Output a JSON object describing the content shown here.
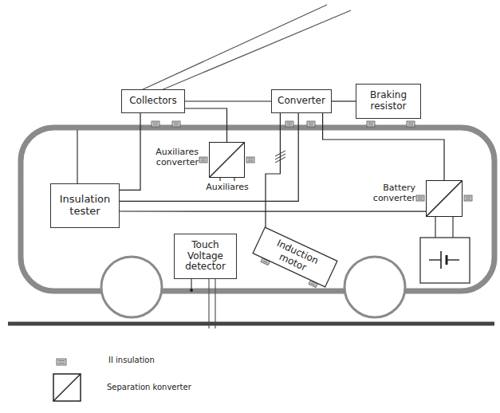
{
  "diagram": {
    "nodes": [
      {
        "text": [
          "Collectors"
        ]
      },
      {
        "text": [
          "Converter"
        ]
      },
      {
        "text": [
          "Braking resistor"
        ]
      },
      {
        "text": [
          "Auxiliares converter"
        ]
      },
      {
        "text": [
          "Insulation tester"
        ]
      },
      {
        "text": [
          "Battery converter"
        ]
      },
      {
        "text": [
          "Touch Voltage detector"
        ]
      },
      {
        "text": [
          "Induction motor"
        ]
      }
    ],
    "edges": [
      {
        "from": 0,
        "to": 1,
        "arrow": "none"
      },
      {
        "from": 1,
        "to": 2,
        "arrow": "none"
      },
      {
        "from": 0,
        "to": 3,
        "arrow": "none"
      },
      {
        "from": 4,
        "to": 0,
        "arrow": "none"
      },
      {
        "from": 4,
        "to": 1,
        "arrow": "none"
      },
      {
        "from": 4,
        "to": 5,
        "arrow": "none"
      },
      {
        "from": 1,
        "to": 5,
        "arrow": "none"
      },
      {
        "from": 1,
        "to": 7,
        "arrow": "none"
      }
    ],
    "labels": [
      "Auxiliares"
    ],
    "legend": [
      {
        "text": "II insulation"
      },
      {
        "text": "Separation konverter"
      }
    ]
  }
}
